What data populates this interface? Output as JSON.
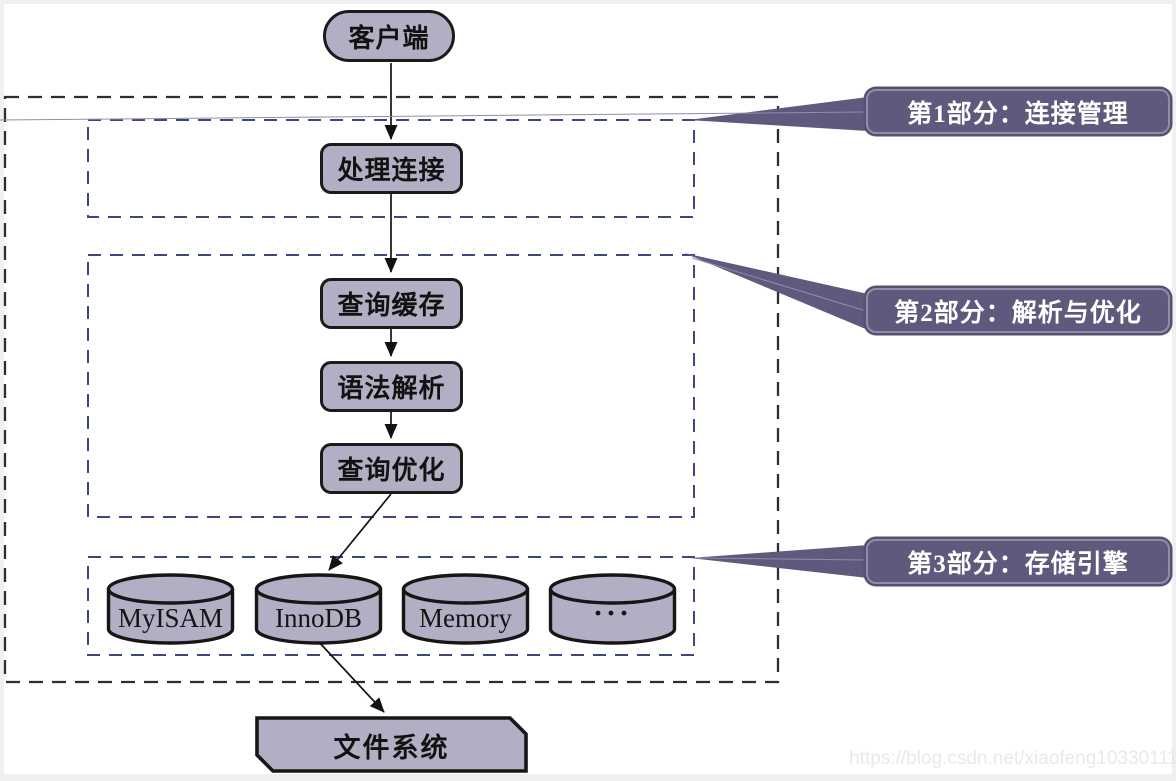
{
  "nodes": {
    "client": "客户端",
    "handle_connection": "处理连接",
    "query_cache": "查询缓存",
    "syntax_parse": "语法解析",
    "query_optimize": "查询优化",
    "file_system": "文件系统"
  },
  "engines": [
    {
      "label": "MyISAM"
    },
    {
      "label": "InnoDB"
    },
    {
      "label": "Memory"
    },
    {
      "label": "···"
    }
  ],
  "callouts": [
    {
      "label": "第1部分：连接管理"
    },
    {
      "label": "第2部分：解析与优化"
    },
    {
      "label": "第3部分：存储引擎"
    }
  ],
  "watermark": "https://blog.csdn.net/xiaofeng10330111",
  "colors": {
    "node_fill": "#b3aec3",
    "node_border": "#1b1b1b",
    "callout_fill": "#5d5a7d",
    "inner_dash": "#3b4780",
    "outer_dash": "#2e2e2e",
    "background": "#ffffff"
  }
}
